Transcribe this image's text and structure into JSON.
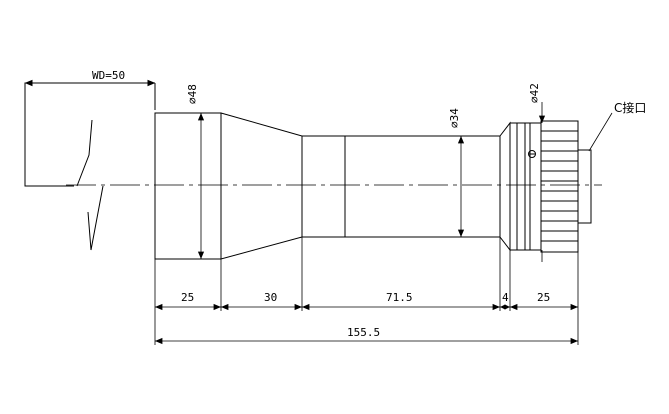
{
  "drawing": {
    "working_distance": "WD=50",
    "diameters": {
      "front": "⌀48",
      "middle": "⌀34",
      "rear": "⌀42"
    },
    "segments": [
      "25",
      "30",
      "71.5",
      "4",
      "25"
    ],
    "total_length": "155.5",
    "mount_label": "C接口"
  }
}
